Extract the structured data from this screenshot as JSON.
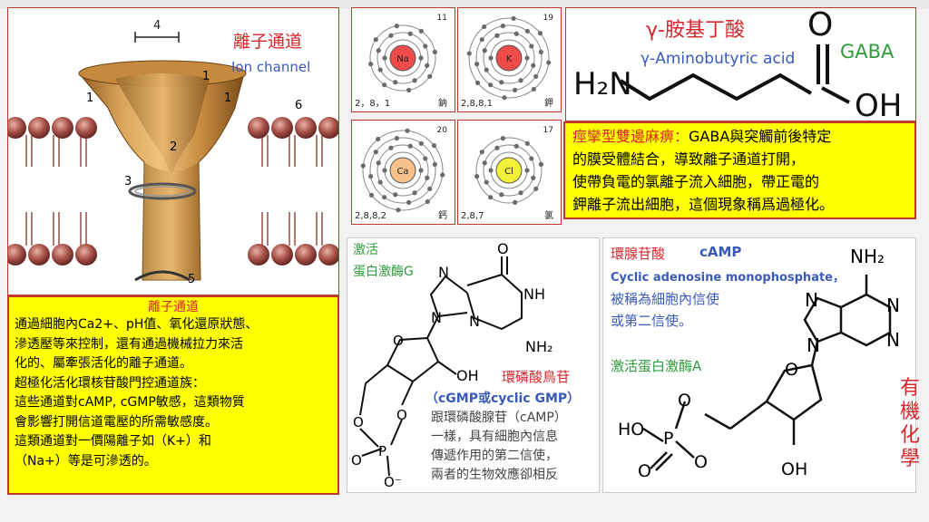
{
  "channel": {
    "title_zh": "離子通道",
    "title_en": "Ion channel",
    "scale_label": "4",
    "labels": [
      "1",
      "1",
      "1",
      "2",
      "3",
      "5",
      "6"
    ]
  },
  "channel_box": {
    "title": "離子通道",
    "lines": [
      "通過細胞內Ca2+、pH值、氧化還原狀態、",
      "滲透壓等來控制，還有通過機械拉力來活",
      "化的、屬牽張活化的離子通道。",
      "超極化活化環核苷酸門控通道族：",
      "這些通道對cAMP, cGMP敏感，這類物質",
      "會影響打開信道電壓的所需敏感度。",
      "這類通道對一價陽離子如（K+）和",
      "（Na+）等是可滲透的。"
    ]
  },
  "atoms": [
    {
      "symbol": "Na",
      "number": "11",
      "config": "2，8，1",
      "name": "鈉",
      "color": "#ef4b4b",
      "shells": 3
    },
    {
      "symbol": "K",
      "number": "19",
      "config": "2,8,8,1",
      "name": "鉀",
      "color": "#ef4b4b",
      "shells": 4
    },
    {
      "symbol": "Ca",
      "number": "20",
      "config": "2,8,8,2",
      "name": "鈣",
      "color": "#f6c18a",
      "shells": 4
    },
    {
      "symbol": "Cl",
      "number": "17",
      "config": "2,8,7",
      "name": "氯",
      "color": "#f2f23a",
      "shells": 3
    }
  ],
  "gaba": {
    "title": "γ-胺基丁酸",
    "name_en": "γ-Aminobutyric acid",
    "abbr": "GABA",
    "atom_N": "H₂N",
    "atom_O": "O",
    "atom_OH": "OH"
  },
  "gaba_box": {
    "lines": [
      "痙攣型雙邊麻痹：GABA與突觸前後特定",
      "的膜受體結合，導致離子通道打開，",
      "使帶負電的氯離子流入細胞，帶正電的",
      "鉀離子流出細胞，這個現象稱爲過極化。"
    ],
    "highlight": "痙攣型雙邊麻痹："
  },
  "cgmp": {
    "activate": "激活",
    "enzyme": "蛋白激酶G",
    "name": "環磷酸鳥苷",
    "abbr": "（cGMP或cyclic GMP）",
    "lines": [
      "跟環磷酸腺苷（cAMP）",
      "一樣，具有細胞內信息",
      "傳遞作用的第二信使，",
      "兩者的生物效應卻相反"
    ],
    "atoms": {
      "O_top": "O",
      "NH_ring": "NH",
      "N1": "N",
      "N2": "N",
      "N3": "N",
      "NH2": "NH₂",
      "O_ring": "O",
      "OH": "OH",
      "O_a": "O",
      "O_b": "O",
      "P": "P",
      "O_c": "O",
      "O_minus": "O⁻"
    }
  },
  "camp": {
    "name": "環腺苷酸",
    "abbr": "cAMP",
    "full": "Cyclic adenosine monophosphate，",
    "desc1": "被稱為細胞內信使",
    "desc2": "或第二信使。",
    "activate": "激活蛋白激酶A",
    "atoms": {
      "NH2": "NH₂",
      "N1": "N",
      "N2": "N",
      "N3": "N",
      "N4": "N",
      "O_ring": "O",
      "O_a": "O",
      "O_b": "O",
      "HO": "HO",
      "P": "P",
      "O_c": "O",
      "OH": "OH"
    }
  },
  "side_label": [
    "有",
    "機",
    "化",
    "學"
  ]
}
